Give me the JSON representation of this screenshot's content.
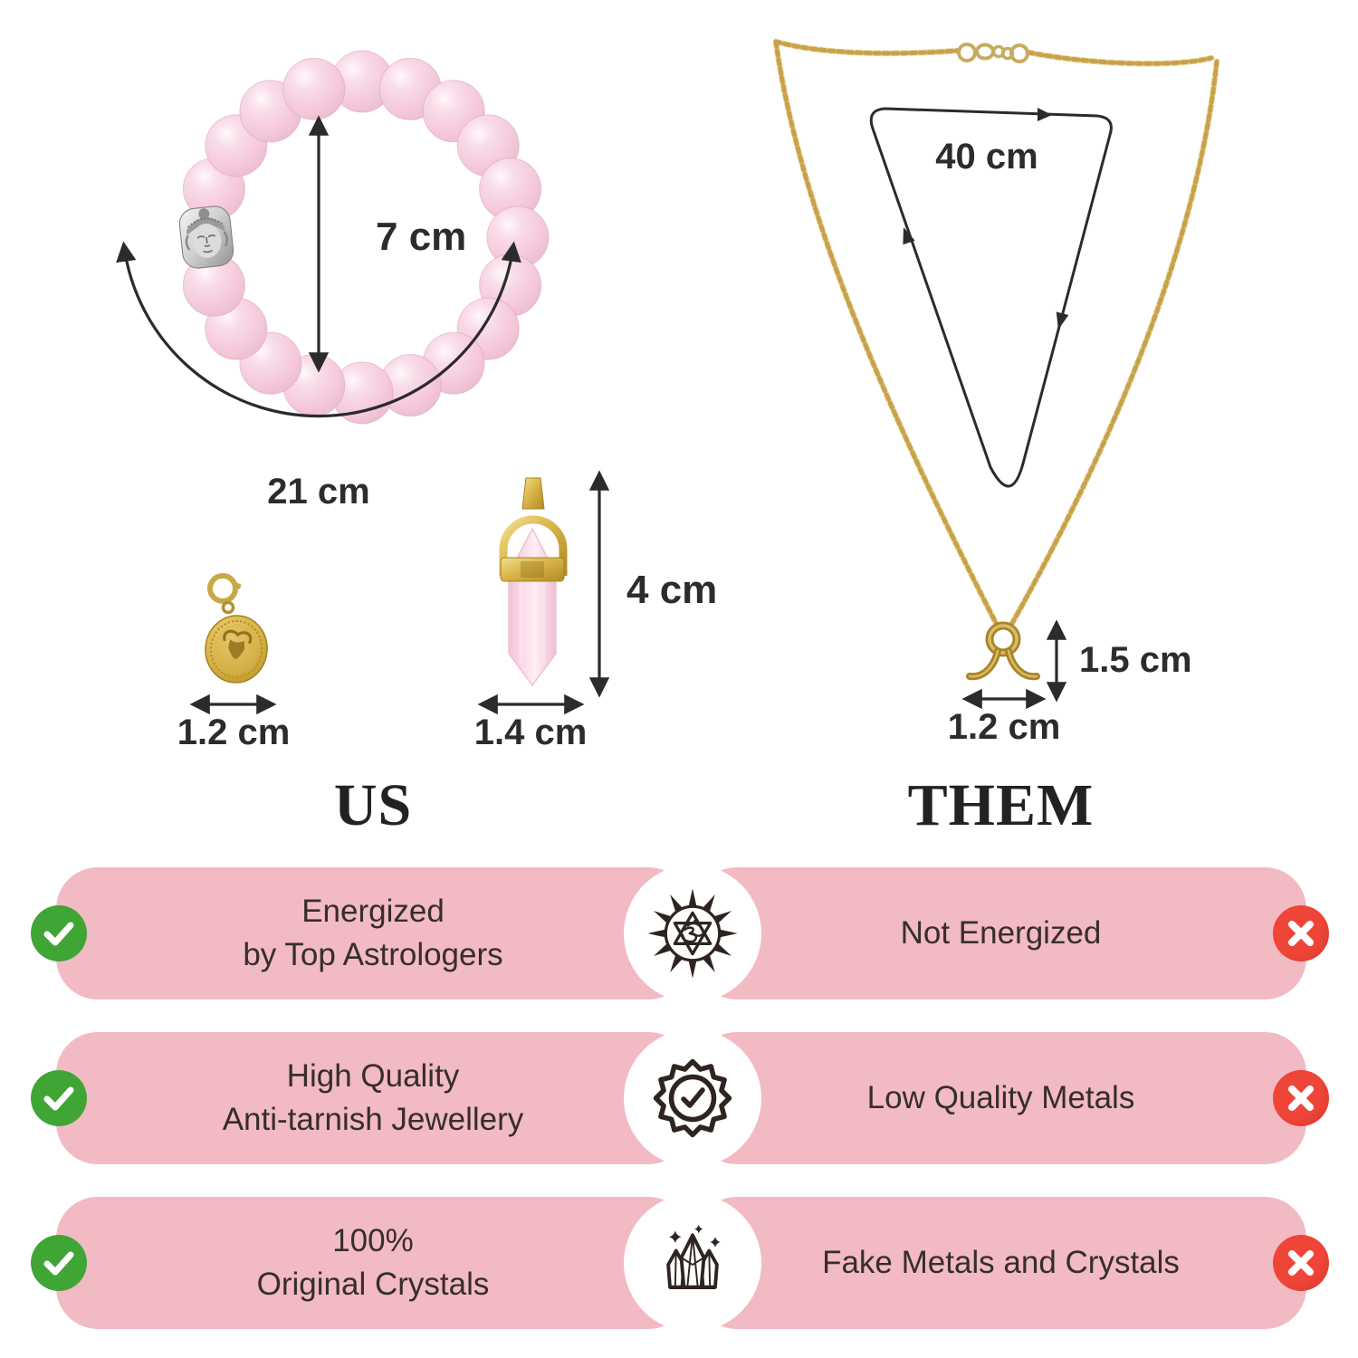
{
  "measurements": {
    "bracelet_inner_diameter": "7 cm",
    "bracelet_circumference": "21 cm",
    "coin_charm_width": "1.2 cm",
    "crystal_pendant_height": "4 cm",
    "crystal_pendant_width": "1.4 cm",
    "necklace_length": "40 cm",
    "necklace_pendant_height": "1.5 cm",
    "necklace_pendant_width": "1.2 cm"
  },
  "comparison": {
    "us_heading": "US",
    "them_heading": "THEM",
    "rows": [
      {
        "us_line1": "Energized",
        "us_line2": "by Top Astrologers",
        "them": "Not Energized",
        "icon": "om-mandala-icon"
      },
      {
        "us_line1": "High Quality",
        "us_line2": "Anti-tarnish Jewellery",
        "them": "Low Quality Metals",
        "icon": "quality-badge-icon"
      },
      {
        "us_line1": "100%",
        "us_line2": "Original Crystals",
        "them": "Fake Metals and Crystals",
        "icon": "sparkling-crystals-icon"
      }
    ]
  },
  "icons": {
    "us_marker": "check-icon",
    "them_marker": "cross-icon",
    "row_icons": [
      "om-mandala-icon",
      "quality-badge-icon",
      "sparkling-crystals-icon"
    ]
  },
  "colors": {
    "background": "#FFFFFF",
    "pill_pink": "#F2BAC2",
    "check_green": "#3FA535",
    "cross_red": "#E9392F",
    "icon_dark_brown": "#2F2420",
    "measurement_line": "#2B2B2B",
    "gold": "#C9A54A",
    "bead_pink": "#F6CEDF",
    "heading_text": "#222222",
    "pill_text": "#362E2B"
  }
}
